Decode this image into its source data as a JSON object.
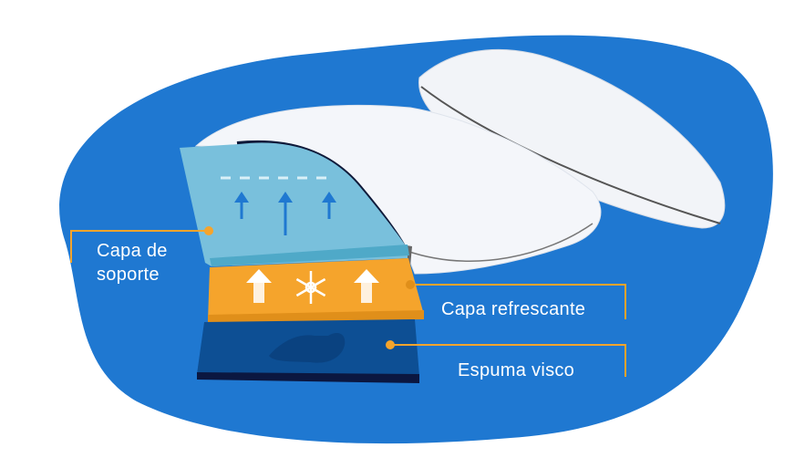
{
  "labels": {
    "support": [
      "Capa de",
      "soporte"
    ],
    "cooling": "Capa refrescante",
    "foam": "Espuma visco"
  },
  "colors": {
    "background_blob": "#1f78d1",
    "support_layer": "#79c0dc",
    "cooling_layer": "#f5a42c",
    "foam_layer": "#0d4f94",
    "connector": "#f5a42c"
  }
}
